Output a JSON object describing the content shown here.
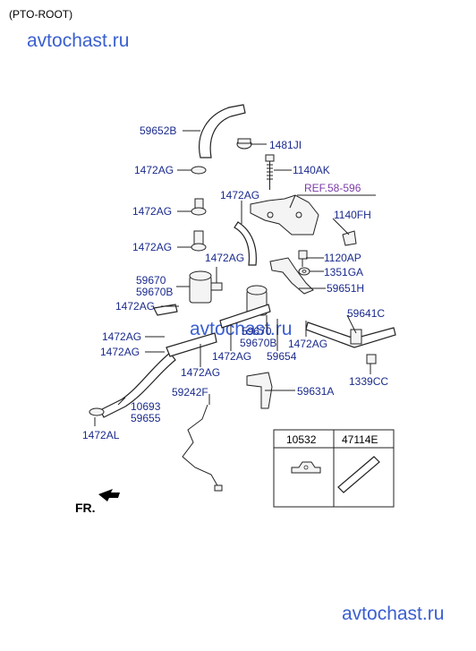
{
  "header": {
    "variant": "(PTO-ROOT)"
  },
  "watermarks": [
    "avtochast.ru",
    "avtochast.ru",
    "avtochast.ru"
  ],
  "ref_label": "REF.58-596",
  "direction_label": "FR.",
  "labels": {
    "l_59652B": "59652B",
    "l_1481JI": "1481JI",
    "l_1140AK": "1140AK",
    "l_1472AG_1": "1472AG",
    "l_1472AG_2": "1472AG",
    "l_1472AG_3": "1472AG",
    "l_1472AG_4": "1472AG",
    "l_1140FH": "1140FH",
    "l_1472AG_5": "1472AG",
    "l_1120AP": "1120AP",
    "l_59670_a": "59670",
    "l_1351GA": "1351GA",
    "l_59670B_a": "59670B",
    "l_59651H": "59651H",
    "l_1472AG_6": "1472AG",
    "l_59641C": "59641C",
    "l_59670_b": "59670",
    "l_1472AG_7": "1472AG",
    "l_59670B_b": "59670B",
    "l_1472AG_8": "1472AG",
    "l_1472AG_9": "1472AG",
    "l_59654": "59654",
    "l_1472AG_10": "1472AG",
    "l_1339CC": "1339CC",
    "l_1472AG_11": "1472AG",
    "l_59242F": "59242F",
    "l_59631A": "59631A",
    "l_10693": "10693",
    "l_59655": "59655",
    "l_1472AL": "1472AL"
  },
  "legend": {
    "col1": "10532",
    "col2": "47114E"
  }
}
